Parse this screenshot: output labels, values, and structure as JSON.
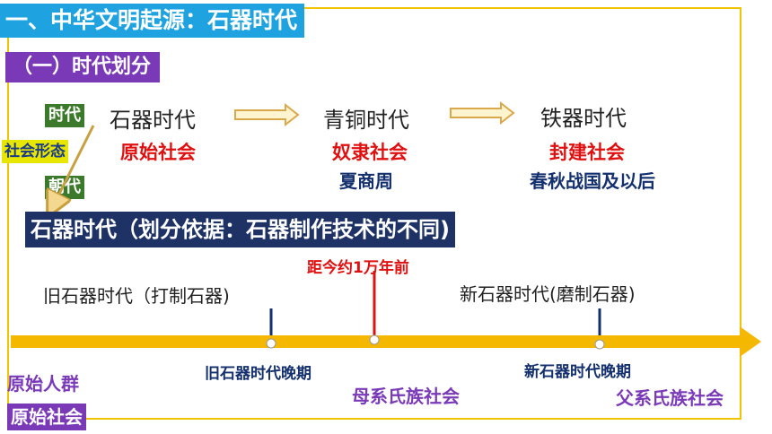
{
  "header": {
    "title": "一、中华文明起源：石器时代",
    "subtitle": "（一）时代划分"
  },
  "side_tags": {
    "era": "时代",
    "society": "社会形态",
    "dynasty": "朝代"
  },
  "eras": [
    {
      "name": "石器时代",
      "society": "原始社会",
      "dynasty": ""
    },
    {
      "name": "青铜时代",
      "society": "奴隶社会",
      "dynasty": "夏商周"
    },
    {
      "name": "铁器时代",
      "society": "封建社会",
      "dynasty": "春秋战国及以后"
    }
  ],
  "stone_age": {
    "banner": "石器时代（划分依据：石器制作技术的不同)",
    "divider": "距今约1万年前",
    "old": "旧石器时代（打制石器)",
    "new": "新石器时代(磨制石器)"
  },
  "timeline": {
    "late_old": "旧石器时代晚期",
    "late_new": "新石器时代晚期",
    "matriarchal": "母系氏族社会",
    "patriarchal": "父系氏族社会",
    "primitive_group": "原始人群",
    "primitive_society": "原始社会"
  },
  "colors": {
    "title_bg": "#1fa3e0",
    "sub_bg": "#7a3ab8",
    "timeline": "#f5b800",
    "banner_bg": "#1e3266"
  }
}
